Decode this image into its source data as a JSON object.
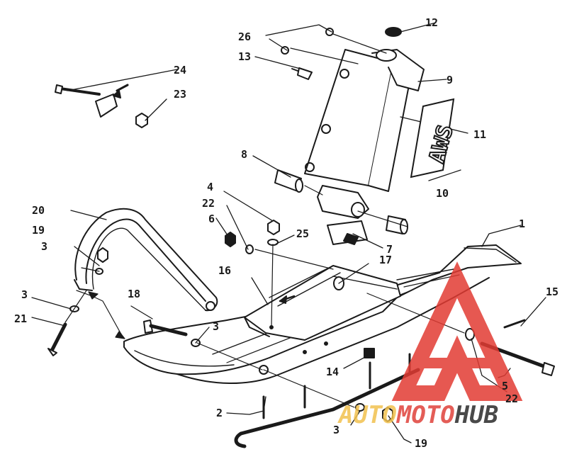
{
  "callouts": [
    {
      "id": "1",
      "label": "1"
    },
    {
      "id": "2",
      "label": "2"
    },
    {
      "id": "3a",
      "label": "3"
    },
    {
      "id": "3b",
      "label": "3"
    },
    {
      "id": "3c",
      "label": "3"
    },
    {
      "id": "3d",
      "label": "3"
    },
    {
      "id": "4",
      "label": "4"
    },
    {
      "id": "5",
      "label": "5"
    },
    {
      "id": "6",
      "label": "6"
    },
    {
      "id": "7",
      "label": "7"
    },
    {
      "id": "8",
      "label": "8"
    },
    {
      "id": "9",
      "label": "9"
    },
    {
      "id": "10",
      "label": "10"
    },
    {
      "id": "11",
      "label": "11"
    },
    {
      "id": "12",
      "label": "12"
    },
    {
      "id": "13",
      "label": "13"
    },
    {
      "id": "14",
      "label": "14"
    },
    {
      "id": "15",
      "label": "15"
    },
    {
      "id": "16",
      "label": "16"
    },
    {
      "id": "17",
      "label": "17"
    },
    {
      "id": "18",
      "label": "18"
    },
    {
      "id": "19a",
      "label": "19"
    },
    {
      "id": "19b",
      "label": "19"
    },
    {
      "id": "20",
      "label": "20"
    },
    {
      "id": "21",
      "label": "21"
    },
    {
      "id": "22a",
      "label": "22"
    },
    {
      "id": "22b",
      "label": "22"
    },
    {
      "id": "23",
      "label": "23"
    },
    {
      "id": "24",
      "label": "24"
    },
    {
      "id": "25",
      "label": "25"
    },
    {
      "id": "26",
      "label": "26"
    }
  ],
  "decal_text": "AWS",
  "watermark": {
    "part1": "AUTO",
    "part2": "MOTO",
    "part3": "HUB",
    "colors": {
      "part1": "#f2c14e",
      "part2": "#e0413a",
      "part3": "#2a2a2a",
      "triangle": "#e23b33"
    }
  },
  "line_color": "#1a1a1a"
}
